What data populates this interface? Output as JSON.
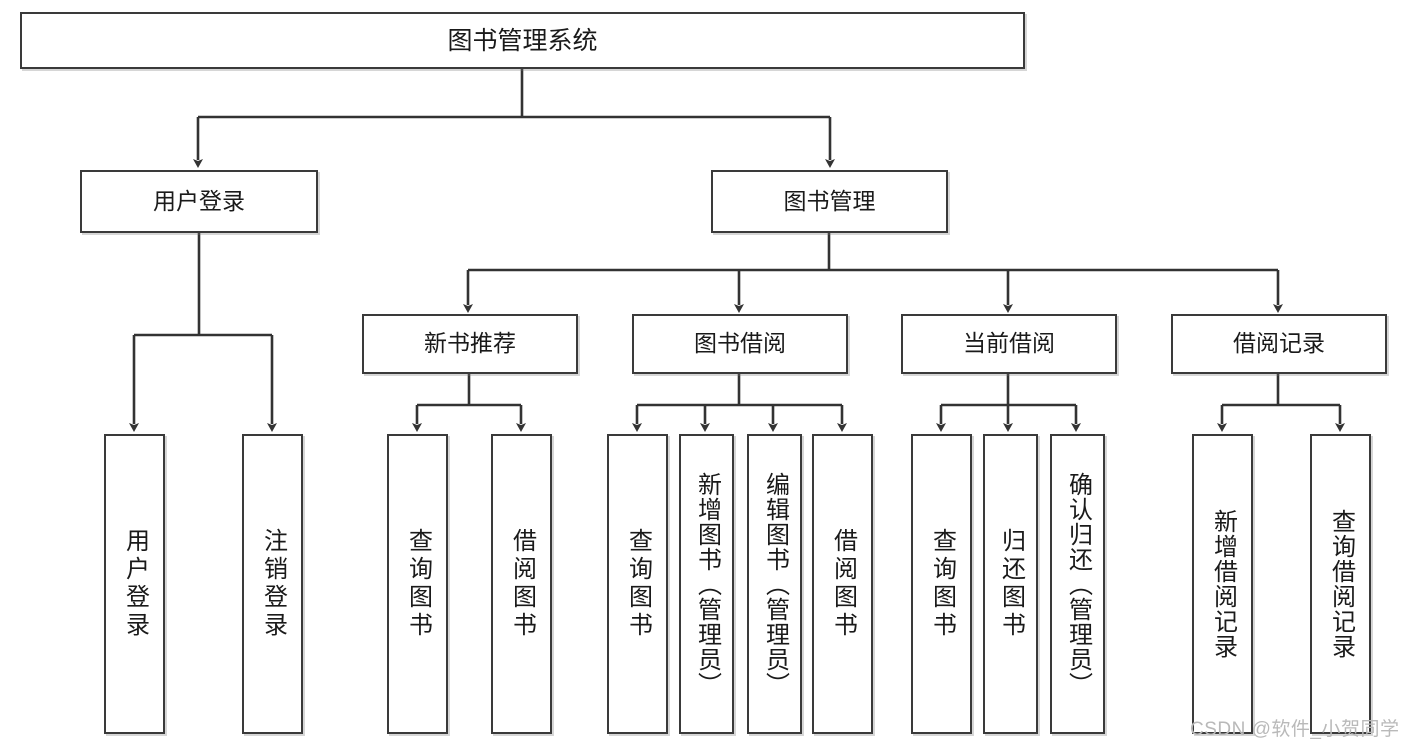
{
  "diagram": {
    "title": "图书管理系统",
    "type": "hierarchy-tree",
    "theme": {
      "background": "#ffffff",
      "box_border": "#3a3a3a",
      "text": "#1a1a1a",
      "connector": "#333333",
      "watermark": "#b9b9b9"
    },
    "nodes": {
      "root": {
        "label": "图书管理系统",
        "level": 0
      },
      "user_login": {
        "label": "用户登录",
        "level": 1
      },
      "book_manage": {
        "label": "图书管理",
        "level": 1
      },
      "new_book_rec": {
        "label": "新书推荐",
        "level": 2
      },
      "book_borrow": {
        "label": "图书借阅",
        "level": 2
      },
      "current_borrow": {
        "label": "当前借阅",
        "level": 2
      },
      "borrow_record": {
        "label": "借阅记录",
        "level": 2
      },
      "leaf_user_login": {
        "label": "用户登录",
        "level": 3
      },
      "leaf_logout": {
        "label": "注销登录",
        "level": 3
      },
      "leaf_query_book_1": {
        "label": "查询图书",
        "level": 3
      },
      "leaf_borrow_book_1": {
        "label": "借阅图书",
        "level": 3
      },
      "leaf_query_book_2": {
        "label": "查询图书",
        "level": 3
      },
      "leaf_add_book": {
        "label": "新增图书（管理员）",
        "level": 3
      },
      "leaf_edit_book": {
        "label": "编辑图书（管理员）",
        "level": 3
      },
      "leaf_borrow_book_2": {
        "label": "借阅图书",
        "level": 3
      },
      "leaf_query_book_3": {
        "label": "查询图书",
        "level": 3
      },
      "leaf_return_book": {
        "label": "归还图书",
        "level": 3
      },
      "leaf_confirm_return": {
        "label": "确认归还（管理员）",
        "level": 3
      },
      "leaf_add_record": {
        "label": "新增借阅记录",
        "level": 3
      },
      "leaf_query_record": {
        "label": "查询借阅记录",
        "level": 3
      }
    }
  },
  "watermark": {
    "text": "CSDN @软件_小贺同学"
  }
}
